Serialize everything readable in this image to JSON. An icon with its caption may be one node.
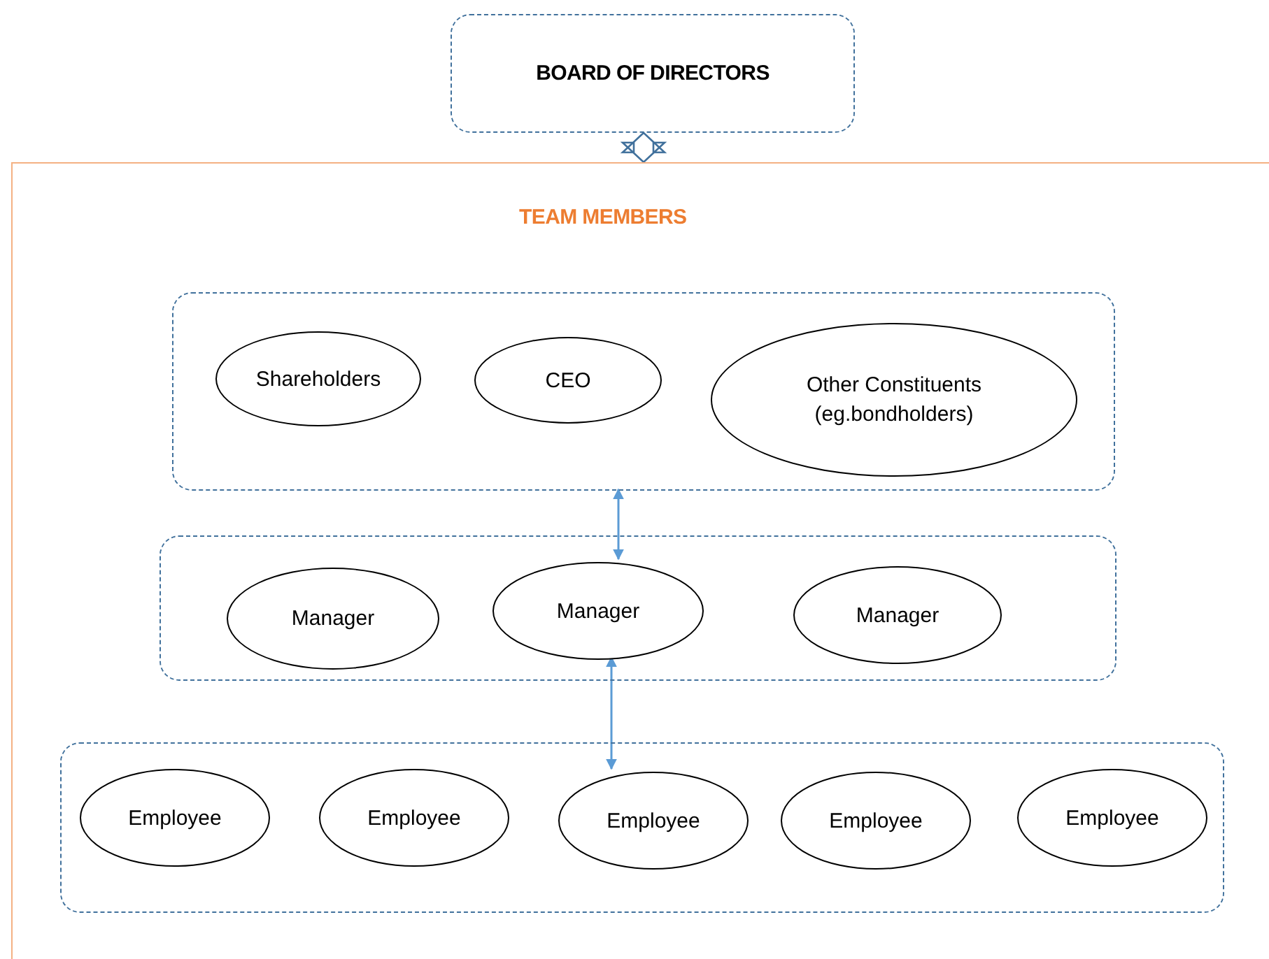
{
  "diagram": {
    "nodes": [
      {
        "text": [
          "BOARD OF DIRECTORS"
        ]
      },
      {
        "text": [
          "TEAM MEMBERS"
        ]
      },
      {
        "text": [],
        "shape": "box",
        "in": 1
      },
      {
        "text": [
          "Shareholders"
        ],
        "in": 2
      },
      {
        "text": [
          "CEO"
        ],
        "in": 2
      },
      {
        "text": [
          "Other Constituents (eg.bondholders)"
        ],
        "in": 2
      },
      {
        "text": [],
        "shape": "box",
        "in": 1
      },
      {
        "text": [
          "Manager"
        ],
        "in": 6
      },
      {
        "text": [
          "Manager"
        ],
        "in": 6
      },
      {
        "text": [
          "Manager"
        ],
        "in": 6
      },
      {
        "text": [],
        "shape": "box",
        "in": 1
      },
      {
        "text": [
          "Employee"
        ],
        "in": 10
      },
      {
        "text": [
          "Employee"
        ],
        "in": 10
      },
      {
        "text": [
          "Employee"
        ],
        "in": 10
      },
      {
        "text": [
          "Employee"
        ],
        "in": 10
      },
      {
        "text": [
          "Employee"
        ],
        "in": 10
      }
    ],
    "edges": [
      {
        "from": 0,
        "to": 1,
        "arrow": "both",
        "style": "thick"
      },
      {
        "from": 2,
        "to": 8,
        "arrow": "both"
      },
      {
        "from": 8,
        "to": 13,
        "arrow": "both"
      }
    ]
  }
}
